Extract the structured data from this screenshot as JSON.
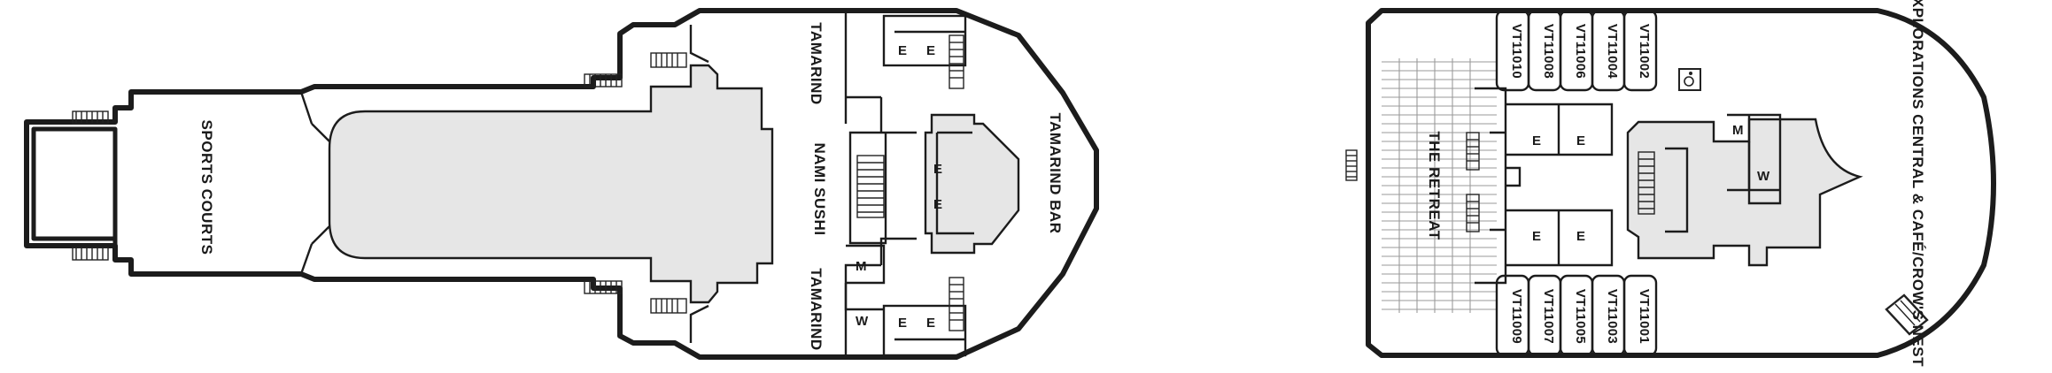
{
  "deck_plan": {
    "areas": {
      "sports_courts": "SPORTS COURTS",
      "tamarind_top": "TAMARIND",
      "tamarind_bottom": "TAMARIND",
      "tamarind_bar": "TAMARIND BAR",
      "nami_sushi": "NAMI SUSHI",
      "the_retreat": "THE RETREAT",
      "explorations_central": "EXPLORATIONS CENTRAL & CAFÉ/CROW'S NEST"
    },
    "restroom_symbols": {
      "elevator": "E",
      "men": "M",
      "women": "W"
    },
    "cabanas_top": [
      "VT11010",
      "VT11008",
      "VT11006",
      "VT11004",
      "VT11002"
    ],
    "cabanas_bottom": [
      "VT11009",
      "VT11007",
      "VT11005",
      "VT11003",
      "VT11001"
    ],
    "accessible_icon": "wheelchair-icon",
    "stair_icon": "stairs-icon"
  }
}
